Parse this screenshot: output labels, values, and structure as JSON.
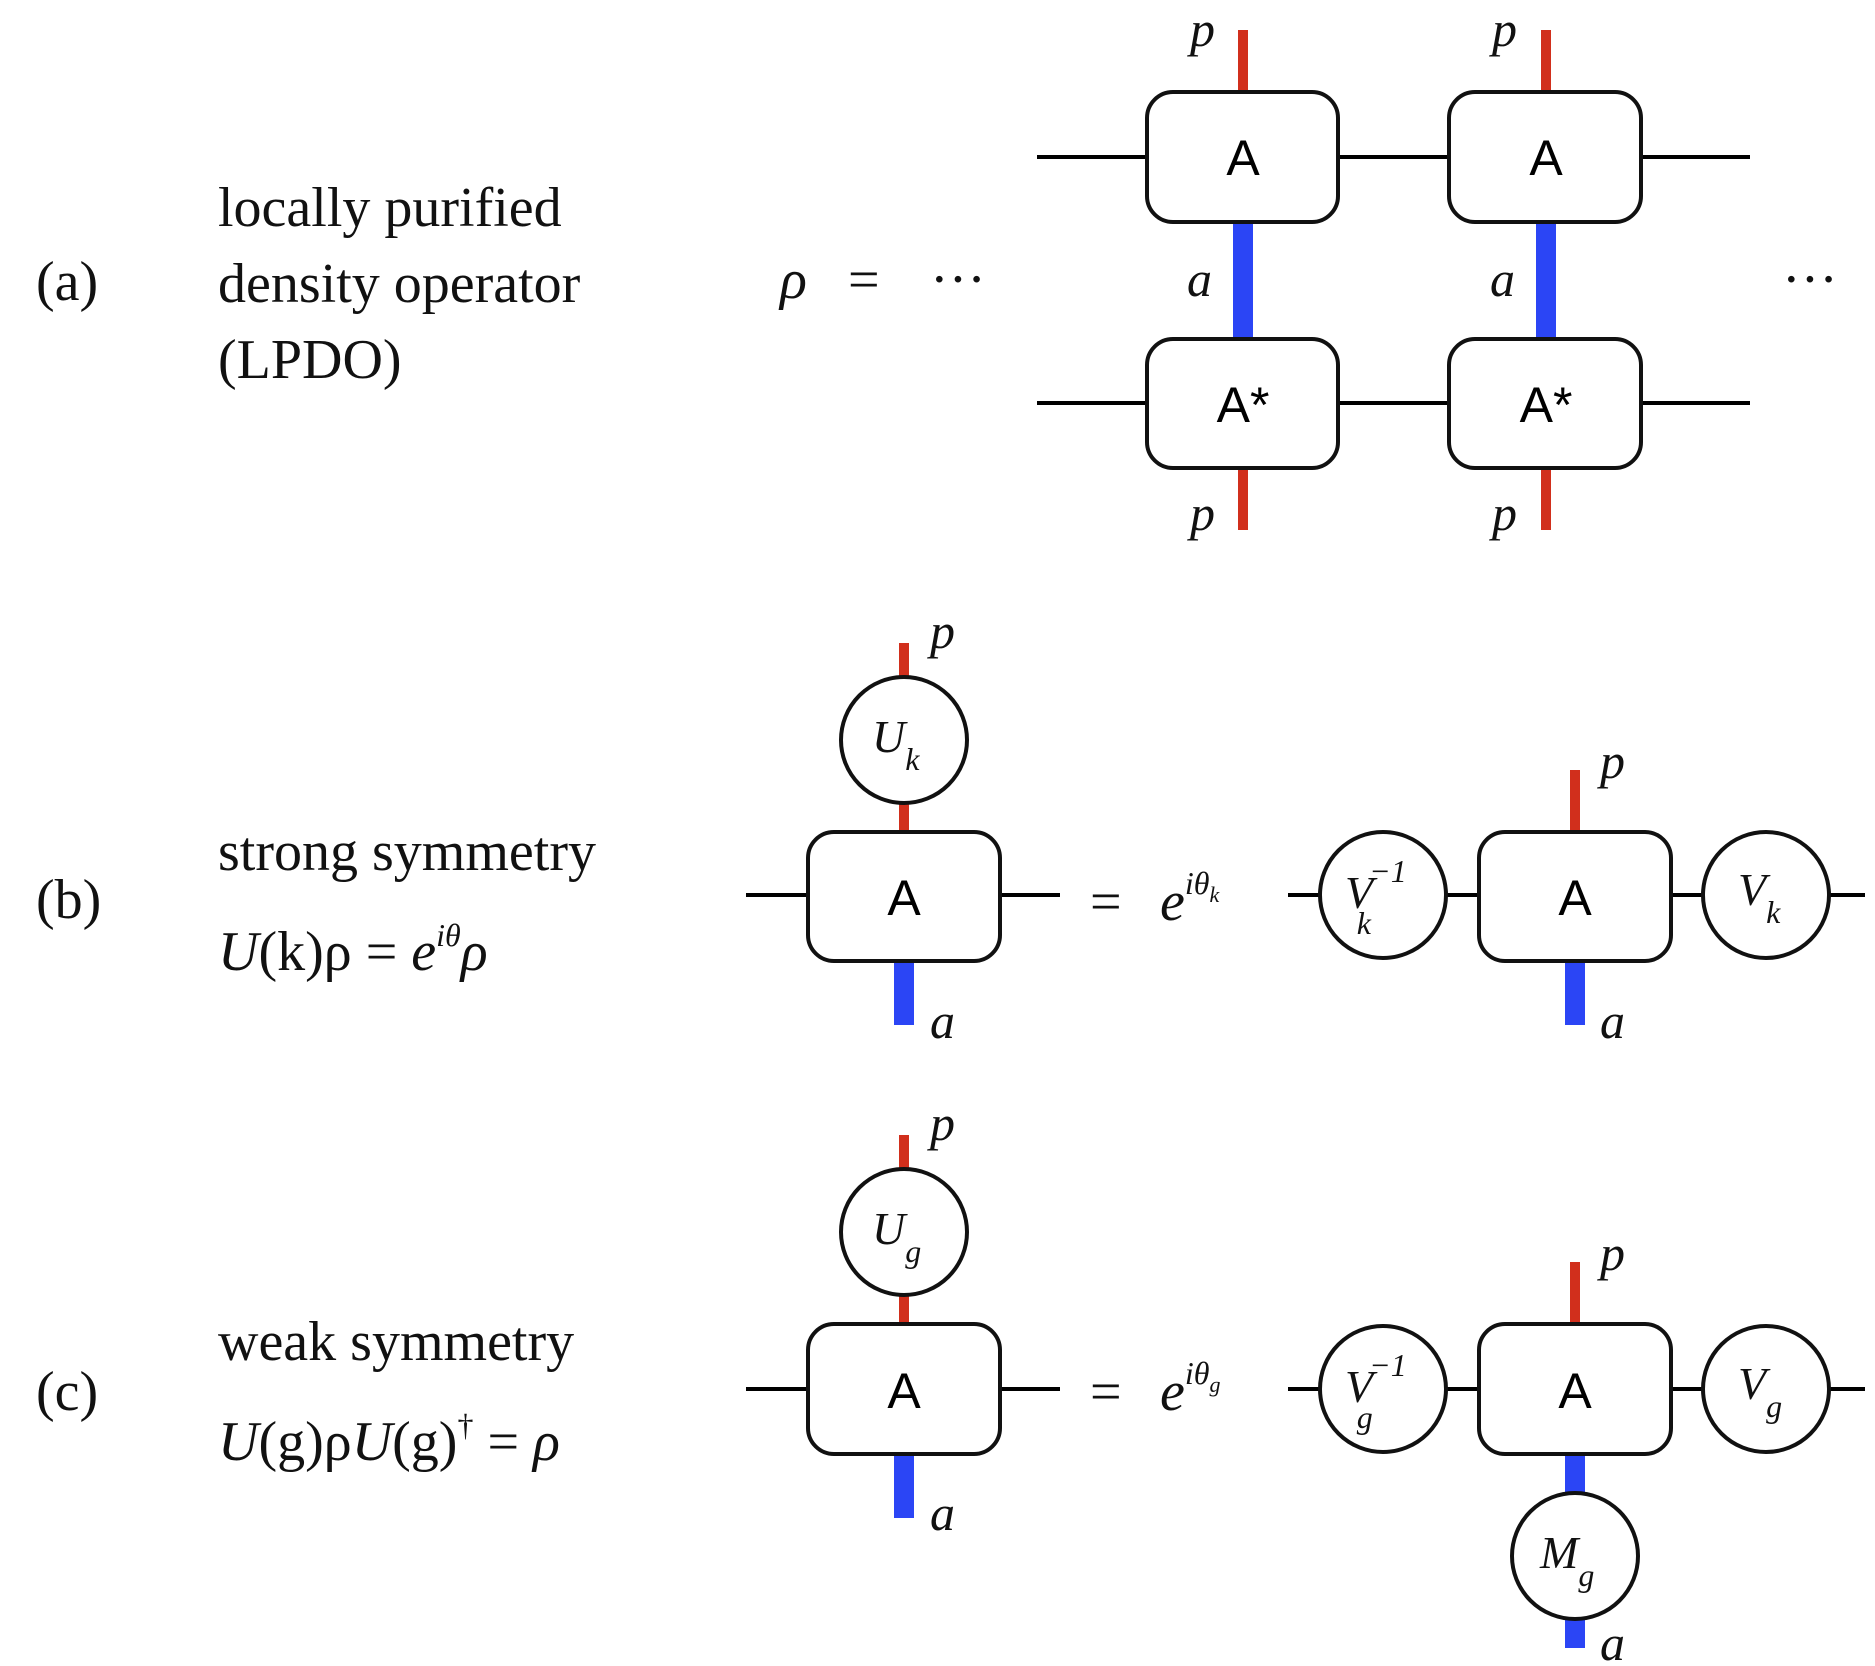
{
  "colors": {
    "physical_leg": "#d12f1c",
    "ancilla_leg": "#2b45f5",
    "bond": "#000000",
    "box_stroke": "#111111"
  },
  "panel_a": {
    "label": "(a)",
    "desc_line1": "locally purified",
    "desc_line2": "density operator",
    "desc_line3": "(LPDO)",
    "rho": "ρ",
    "equals": "=",
    "ellipsis_left": "···",
    "ellipsis_right": "···",
    "tensor_top": "A",
    "tensor_bottom": "A*",
    "leg_p": "p",
    "leg_a": "a"
  },
  "panel_b": {
    "label": "(b)",
    "desc_line1": "strong symmetry",
    "formula": {
      "lhs_U": "U",
      "lhs_arg": "(k)ρ",
      "equals": "=",
      "e": "e",
      "sup": "iθ",
      "rho": "ρ"
    },
    "tensor": "A",
    "leg_p": "p",
    "leg_a": "a",
    "op_U": "U",
    "op_U_sub": "k",
    "rhs_equals": "=",
    "rhs_e": "e",
    "rhs_sup": "iθ",
    "rhs_sup_sub": "k",
    "op_Vinv": "V",
    "op_Vinv_sub": "k",
    "op_Vinv_sup": "−1",
    "op_V": "V",
    "op_V_sub": "k"
  },
  "panel_c": {
    "label": "(c)",
    "desc_line1": "weak symmetry",
    "formula": {
      "U1": "U",
      "arg1": "(g)ρ",
      "U2": "U",
      "arg2": "(g)",
      "dagger": "†",
      "equals": "=",
      "rho": "ρ"
    },
    "tensor": "A",
    "leg_p": "p",
    "leg_a": "a",
    "op_U": "U",
    "op_U_sub": "g",
    "rhs_equals": "=",
    "rhs_e": "e",
    "rhs_sup": "iθ",
    "rhs_sup_sub": "g",
    "op_Vinv": "V",
    "op_Vinv_sub": "g",
    "op_Vinv_sup": "−1",
    "op_V": "V",
    "op_V_sub": "g",
    "op_M": "M",
    "op_M_sub": "g"
  }
}
